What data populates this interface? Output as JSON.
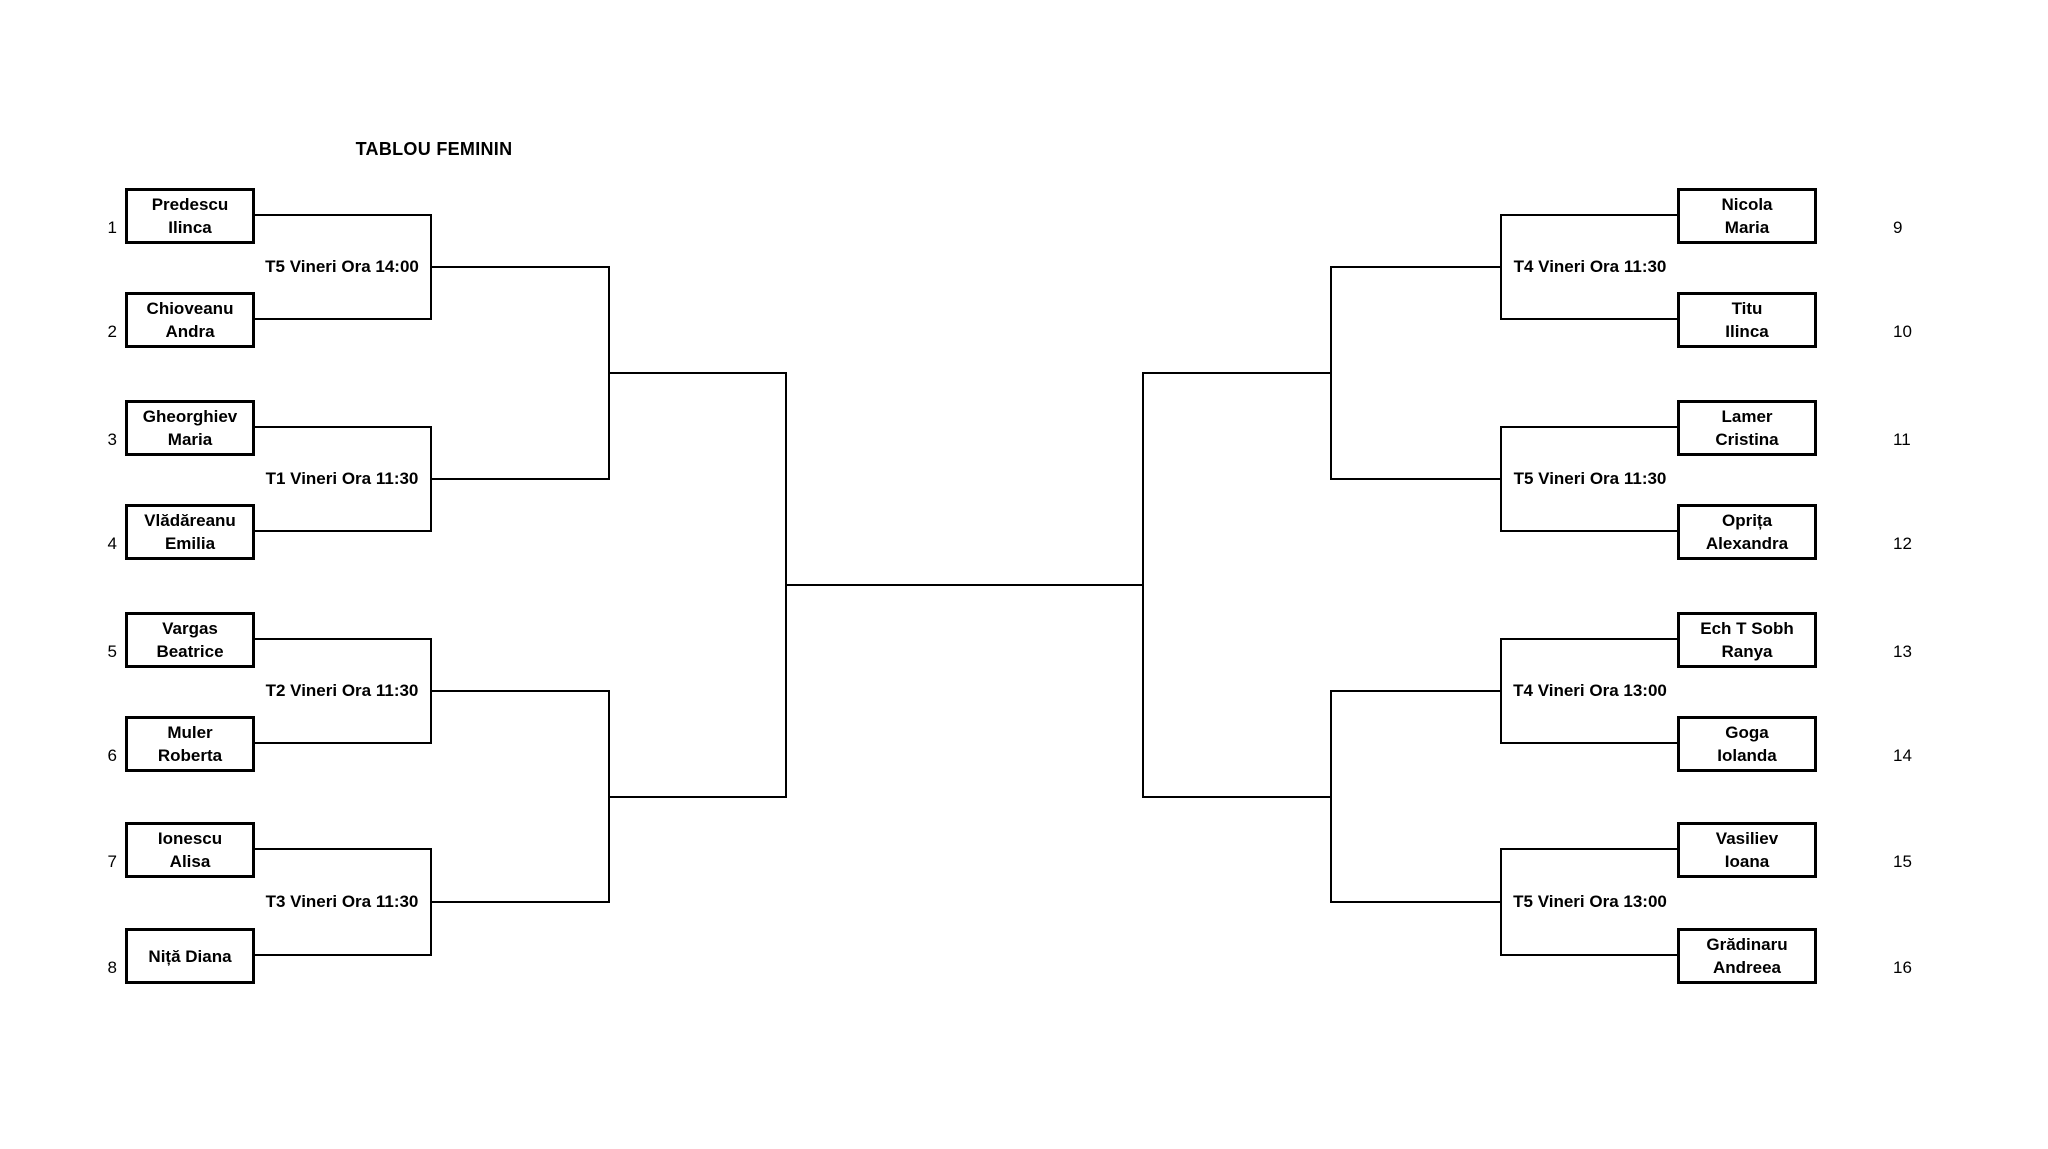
{
  "title": "TABLOU FEMININ",
  "players": [
    {
      "seed": "1",
      "line1": "Predescu",
      "line2": "Ilinca",
      "side": "left"
    },
    {
      "seed": "2",
      "line1": "Chioveanu",
      "line2": "Andra",
      "side": "left"
    },
    {
      "seed": "3",
      "line1": "Gheorghiev",
      "line2": "Maria",
      "side": "left"
    },
    {
      "seed": "4",
      "line1": "Vlădăreanu",
      "line2": "Emilia",
      "side": "left"
    },
    {
      "seed": "5",
      "line1": "Vargas",
      "line2": "Beatrice",
      "side": "left"
    },
    {
      "seed": "6",
      "line1": "Muler",
      "line2": "Roberta",
      "side": "left"
    },
    {
      "seed": "7",
      "line1": "Ionescu",
      "line2": "Alisa",
      "side": "left"
    },
    {
      "seed": "8",
      "line1": "Niță Diana",
      "line2": "",
      "side": "left"
    },
    {
      "seed": "9",
      "line1": "Nicola",
      "line2": "Maria",
      "side": "right"
    },
    {
      "seed": "10",
      "line1": "Titu",
      "line2": "Ilinca",
      "side": "right"
    },
    {
      "seed": "11",
      "line1": "Lamer",
      "line2": "Cristina",
      "side": "right"
    },
    {
      "seed": "12",
      "line1": "Oprița",
      "line2": "Alexandra",
      "side": "right"
    },
    {
      "seed": "13",
      "line1": "Ech T Sobh",
      "line2": "Ranya",
      "side": "right"
    },
    {
      "seed": "14",
      "line1": "Goga",
      "line2": "Iolanda",
      "side": "right"
    },
    {
      "seed": "15",
      "line1": "Vasiliev",
      "line2": "Ioana",
      "side": "right"
    },
    {
      "seed": "16",
      "line1": "Grădinaru",
      "line2": "Andreea",
      "side": "right"
    }
  ],
  "matches": [
    {
      "label": "T5 Vineri Ora 14:00",
      "side": "left",
      "players": [
        "1",
        "2"
      ]
    },
    {
      "label": "T1 Vineri Ora 11:30",
      "side": "left",
      "players": [
        "3",
        "4"
      ]
    },
    {
      "label": "T2 Vineri Ora 11:30",
      "side": "left",
      "players": [
        "5",
        "6"
      ]
    },
    {
      "label": "T3 Vineri Ora 11:30",
      "side": "left",
      "players": [
        "7",
        "8"
      ]
    },
    {
      "label": "T4 Vineri Ora 11:30",
      "side": "right",
      "players": [
        "9",
        "10"
      ]
    },
    {
      "label": "T5 Vineri Ora 11:30",
      "side": "right",
      "players": [
        "11",
        "12"
      ]
    },
    {
      "label": "T4 Vineri Ora 13:00",
      "side": "right",
      "players": [
        "13",
        "14"
      ]
    },
    {
      "label": "T5 Vineri Ora 13:00",
      "side": "right",
      "players": [
        "15",
        "16"
      ]
    }
  ],
  "colors": {
    "line": "#000000",
    "text": "#000000",
    "background": "#ffffff"
  }
}
